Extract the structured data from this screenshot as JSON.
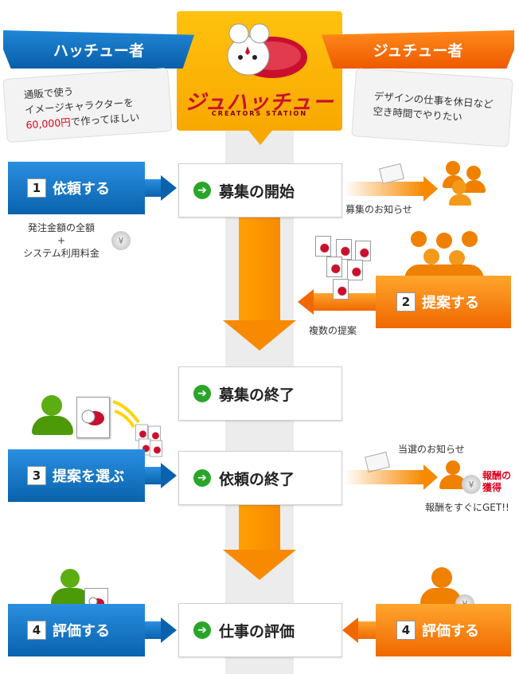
{
  "header": {
    "client_label": "ハッチュー者",
    "creator_label": "ジュチュー者",
    "client_bubble": [
      "通販で使う",
      "イメージキャラクターを",
      "60,000円",
      "で作ってほしい"
    ],
    "creator_bubble": [
      "デザインの仕事を休日など",
      "空き時間でやりたい"
    ],
    "logo_title": "ジュハッチュー",
    "logo_sub": "CREATORS STATION"
  },
  "steps": {
    "start": "募集の開始",
    "end_recruit": "募集の終了",
    "end_request": "依頼の終了",
    "evaluate_work": "仕事の評価"
  },
  "actions": {
    "request": {
      "num": "1",
      "label": "依頼する"
    },
    "propose": {
      "num": "2",
      "label": "提案する"
    },
    "choose": {
      "num": "3",
      "label": "提案を選ぶ"
    },
    "eval_client": {
      "num": "4",
      "label": "評価する"
    },
    "eval_creator": {
      "num": "4",
      "label": "評価する"
    }
  },
  "notes": {
    "fee_line1": "発注金額の全額",
    "fee_plus": "+",
    "fee_line2": "システム利用料金",
    "recruit_notice": "募集のお知らせ",
    "proposals": "複数の提案",
    "win_notice": "当選のお知らせ",
    "reward_label": "報酬の\n獲得",
    "reward_get": "報酬をすぐにGET!!",
    "yen": "¥"
  },
  "colors": {
    "blue": "#0a62ad",
    "orange": "#f06800",
    "green": "#2aa52a",
    "brand_red": "#c8102e"
  }
}
